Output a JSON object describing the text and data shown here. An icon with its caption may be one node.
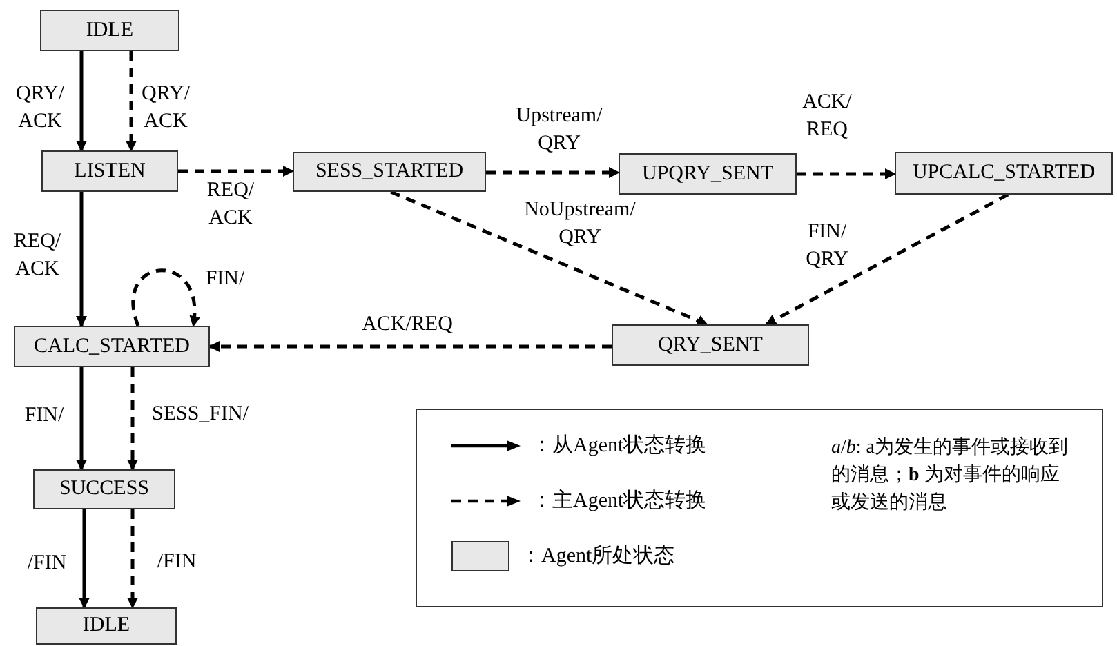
{
  "diagram": {
    "nodes": [
      {
        "text": [
          "IDLE"
        ]
      },
      {
        "text": [
          "LISTEN"
        ]
      },
      {
        "text": [
          "SESS_STARTED"
        ]
      },
      {
        "text": [
          "UPQRY_SENT"
        ]
      },
      {
        "text": [
          "UPCALC_STARTED"
        ]
      },
      {
        "text": [
          "CALC_STARTED"
        ]
      },
      {
        "text": [
          "QRY_SENT"
        ]
      },
      {
        "text": [
          "SUCCESS"
        ]
      },
      {
        "text": [
          "IDLE"
        ]
      }
    ],
    "edges": [
      {
        "from": 0,
        "to": 1,
        "arrow": "to",
        "label": "QRY/ ACK"
      },
      {
        "from": 0,
        "to": 1,
        "arrow": "to",
        "label": "QRY/ ACK",
        "style": "dashed"
      },
      {
        "from": 1,
        "to": 2,
        "arrow": "to",
        "label": "REQ/ ACK",
        "style": "dashed"
      },
      {
        "from": 2,
        "to": 3,
        "arrow": "to",
        "label": "Upstream/ QRY",
        "style": "dashed"
      },
      {
        "from": 3,
        "to": 4,
        "arrow": "to",
        "label": "ACK/ REQ",
        "style": "dashed"
      },
      {
        "from": 2,
        "to": 6,
        "arrow": "to",
        "label": "NoUpstream/ QRY",
        "style": "dashed"
      },
      {
        "from": 4,
        "to": 6,
        "arrow": "to",
        "label": "FIN/ QRY",
        "style": "dashed"
      },
      {
        "from": 1,
        "to": 5,
        "arrow": "to",
        "label": "REQ/ ACK"
      },
      {
        "from": 5,
        "to": 5,
        "arrow": "to",
        "label": "FIN/",
        "style": "dashed"
      },
      {
        "from": 6,
        "to": 5,
        "arrow": "to",
        "label": "ACK/REQ",
        "style": "dashed"
      },
      {
        "from": 5,
        "to": 7,
        "arrow": "to",
        "label": "FIN/"
      },
      {
        "from": 5,
        "to": 7,
        "arrow": "to",
        "label": "SESS_FIN/",
        "style": "dashed"
      },
      {
        "from": 7,
        "to": 8,
        "arrow": "to",
        "label": "/FIN"
      },
      {
        "from": 7,
        "to": 8,
        "arrow": "to",
        "label": "/FIN",
        "style": "dashed"
      }
    ],
    "labels": [
      "*a*/*b*: a为发生的事件或接收到的消息；**b** 为对事件的响应或发送的消息"
    ],
    "legend": [
      {
        "text": "：从Agent状态转换"
      },
      {
        "text": "：主Agent状态转换"
      },
      {
        "text": "：Agent所处状态",
        "color": "#e8e8e8"
      }
    ]
  }
}
